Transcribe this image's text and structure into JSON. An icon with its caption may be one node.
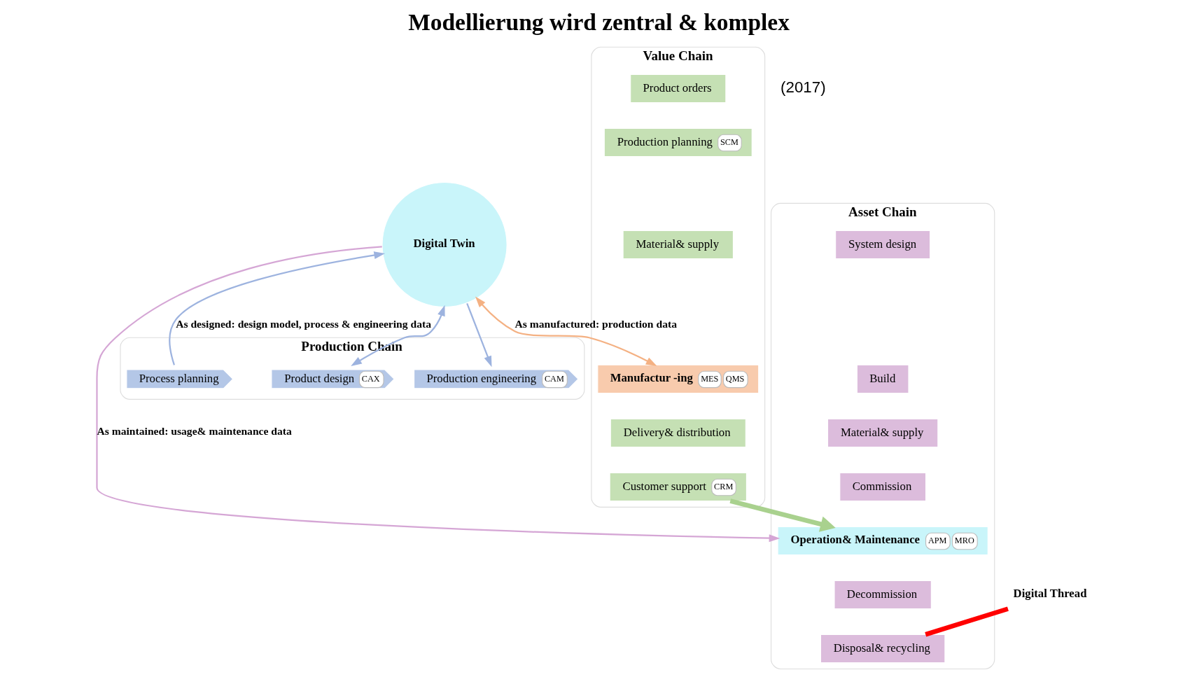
{
  "diagram": {
    "title": "Modellierung wird zentral & komplex",
    "nodes": [
      {
        "text": [
          "Production Chain"
        ]
      },
      {
        "text": [
          "Product design",
          "CAX"
        ],
        "in": 0
      },
      {
        "text": [
          "Process planning"
        ],
        "in": 0
      },
      {
        "text": [
          "Production engineering",
          "CAM"
        ],
        "in": 0
      },
      {
        "text": [
          "Value Chain"
        ]
      },
      {
        "text": [
          "Product orders"
        ],
        "in": 4
      },
      {
        "text": [
          "Production planning",
          "SCM"
        ],
        "in": 4
      },
      {
        "text": [
          "Material& supply"
        ],
        "in": 4
      },
      {
        "text": [
          "Manufactur -ing",
          "MES",
          "QMS"
        ],
        "in": 4
      },
      {
        "text": [
          "Delivery& distribution"
        ],
        "in": 4
      },
      {
        "text": [
          "Customer support",
          "CRM"
        ],
        "in": 4
      },
      {
        "text": [
          "Asset Chain"
        ]
      },
      {
        "text": [
          "System design"
        ],
        "in": 11
      },
      {
        "text": [
          "Build"
        ],
        "in": 11
      },
      {
        "text": [
          "Material& supply"
        ],
        "in": 11
      },
      {
        "text": [
          "Commission"
        ],
        "in": 11
      },
      {
        "text": [
          "Operation& Maintenance",
          "APM",
          "MRO"
        ],
        "in": 11
      },
      {
        "text": [
          "Decommission"
        ],
        "in": 11
      },
      {
        "text": [
          "Disposal& recycling"
        ],
        "in": 11
      },
      {
        "text": [
          "Digital Twin"
        ]
      },
      {
        "text": [
          "Digital Thread"
        ]
      }
    ],
    "edges": [
      {
        "from": 19,
        "to": 1,
        "arrow": "both"
      },
      {
        "from": 2,
        "to": 19,
        "arrow": "to",
        "label": "As designed: design model, process & engineering data"
      },
      {
        "from": 19,
        "to": 3,
        "arrow": "to"
      },
      {
        "from": 19,
        "to": 8,
        "arrow": "both",
        "label": "As manufactured: production data",
        "color": "#f4b183"
      },
      {
        "from": 19,
        "to": 16,
        "arrow": "to",
        "label": "As maintained: usage& maintenance data",
        "color": "#d5a6d5"
      },
      {
        "from": 10,
        "to": 16,
        "arrow": "to",
        "style": "thick",
        "color": "#a9d18e"
      },
      {
        "from": 20,
        "to": 18,
        "arrow": "none",
        "style": "thick",
        "color": "#ff0000"
      }
    ],
    "labels": [
      "(2017)"
    ]
  }
}
